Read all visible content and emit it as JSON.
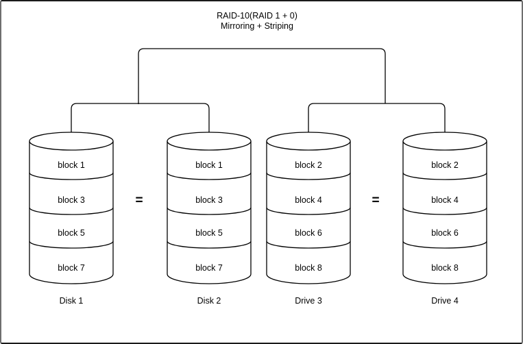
{
  "title": {
    "line1": "RAID-10(RAID 1 + 0)",
    "line2": "Mirroring + Striping"
  },
  "equals_sign": "=",
  "disks": [
    {
      "name": "Disk 1",
      "blocks": [
        "block 1",
        "block 3",
        "block 5",
        "block 7"
      ]
    },
    {
      "name": "Disk 2",
      "blocks": [
        "block 1",
        "block 3",
        "block 5",
        "block 7"
      ]
    },
    {
      "name": "Drive 3",
      "blocks": [
        "block 2",
        "block 4",
        "block 6",
        "block 8"
      ]
    },
    {
      "name": "Drive 4",
      "blocks": [
        "block 2",
        "block 4",
        "block 6",
        "block 8"
      ]
    }
  ],
  "colors": {
    "stroke": "#000000",
    "background": "#ffffff",
    "frame_border": "#6e6e6e"
  }
}
